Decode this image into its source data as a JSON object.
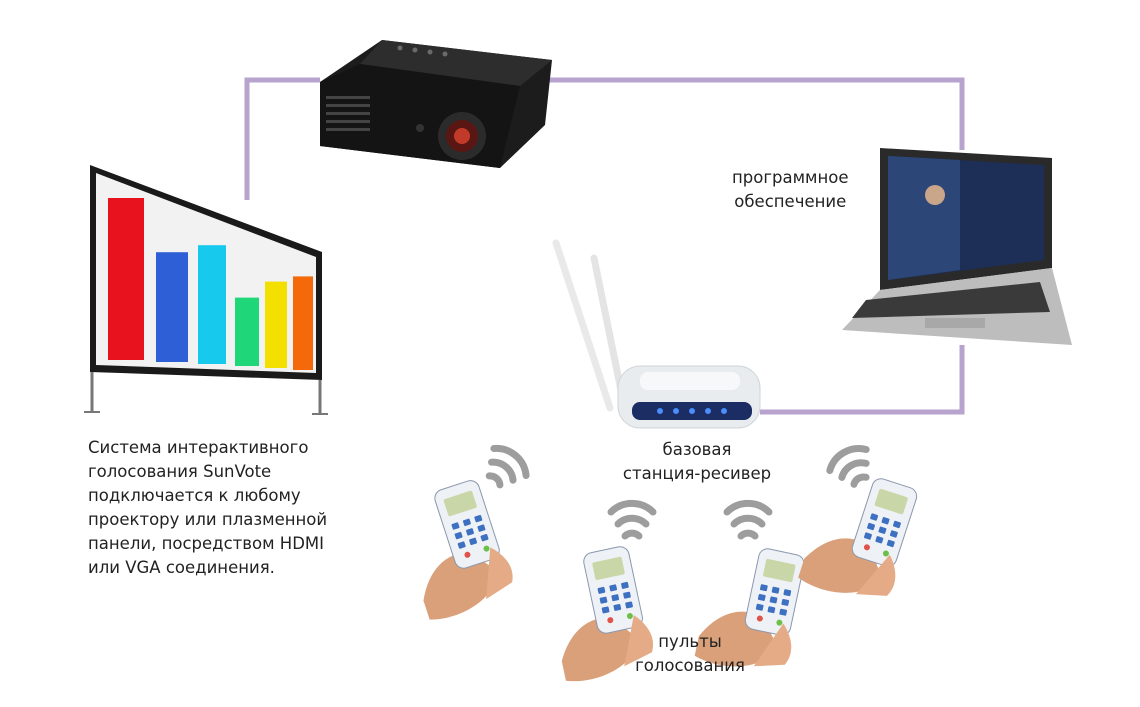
{
  "colors": {
    "connection_line": "#b7a3ce",
    "wave": "#9d9d9d",
    "bars": [
      "#e8121f",
      "#2f5fd6",
      "#18c9ee",
      "#1fd678",
      "#f3df00",
      "#f46a0a"
    ]
  },
  "chart_bar_levels": [
    0.9,
    0.61,
    0.66,
    0.38,
    0.48,
    0.52
  ],
  "labels": {
    "description": [
      "Система интерактивного",
      "голосования SunVote",
      "подключается к любому",
      "проектору или плазменной",
      "панели, посредством HDMI",
      "или VGA соединения."
    ],
    "software": [
      "программное",
      "обеспечение"
    ],
    "base_station": [
      "базовая",
      "станция-ресивер"
    ],
    "remotes": [
      "пульты",
      "голосования"
    ]
  },
  "devices": {
    "projector": "projector-icon",
    "screen": "projection-screen-icon",
    "laptop": "laptop-icon",
    "router": "base-station-icon",
    "remote": "voting-remote-icon"
  }
}
